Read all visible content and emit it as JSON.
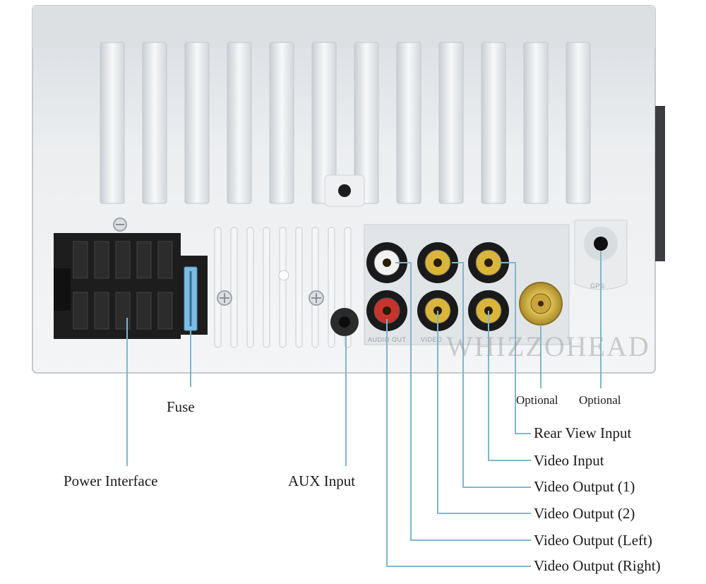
{
  "labels": {
    "fuse": "Fuse",
    "power_interface": "Power Interface",
    "aux_input": "AUX Input",
    "optional_1": "Optional",
    "optional_2": "Optional",
    "rear_view_input": "Rear View Input",
    "video_input": "Video Input",
    "video_output_1": "Video Output (1)",
    "video_output_2": "Video Output (2)",
    "video_output_left": "Video Output (Left)",
    "video_output_right": "Video Output (Right)"
  },
  "device_marks": {
    "gps": "GPS",
    "audio_out": "AUDIO OUT",
    "video": "VIDEO"
  },
  "watermark": "WHIZZOHEAD",
  "colors": {
    "leader_line": "#7fb6cf",
    "chassis": "#e6e9ec",
    "rca_red": "#c8332e",
    "rca_yellow": "#d9b53a",
    "rca_white": "#f2f2f2",
    "gold": "#c9b15a"
  }
}
